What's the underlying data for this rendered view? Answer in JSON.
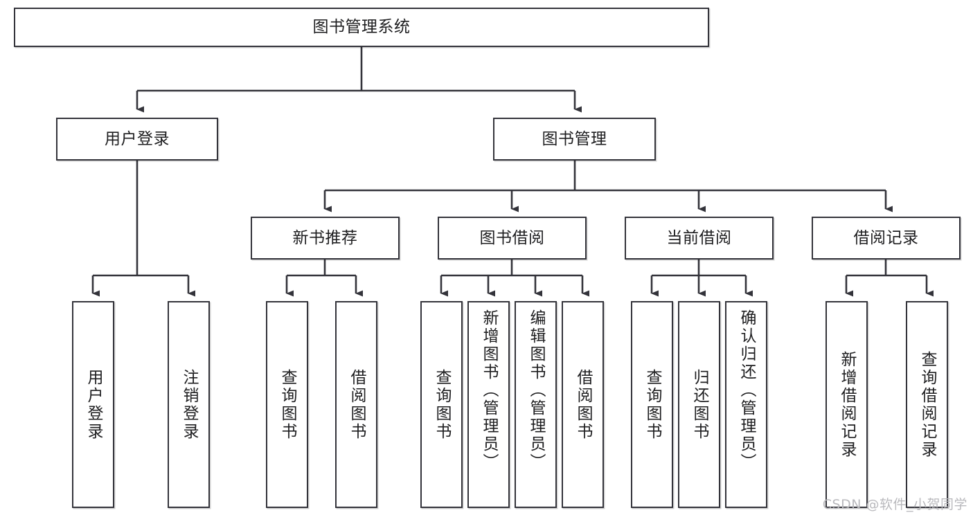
{
  "diagram": {
    "type": "tree",
    "title": "图书管理系统",
    "root": {
      "id": "root",
      "label": "图书管理系统"
    },
    "level2": [
      {
        "id": "user-login",
        "label": "用户登录"
      },
      {
        "id": "book-manage",
        "label": "图书管理"
      }
    ],
    "level3": [
      {
        "id": "new-book-rec",
        "label": "新书推荐",
        "parent": "book-manage"
      },
      {
        "id": "book-borrow",
        "label": "图书借阅",
        "parent": "book-manage"
      },
      {
        "id": "current-borrow",
        "label": "当前借阅",
        "parent": "book-manage"
      },
      {
        "id": "borrow-record",
        "label": "借阅记录",
        "parent": "book-manage"
      }
    ],
    "leaves": [
      {
        "id": "leaf-user-login",
        "label": "用户登录",
        "parent": "user-login"
      },
      {
        "id": "leaf-logout",
        "label": "注销登录",
        "parent": "user-login"
      },
      {
        "id": "leaf-query-book-1",
        "label": "查询图书",
        "parent": "new-book-rec"
      },
      {
        "id": "leaf-borrow-book-1",
        "label": "借阅图书",
        "parent": "new-book-rec"
      },
      {
        "id": "leaf-query-book-2",
        "label": "查询图书",
        "parent": "book-borrow"
      },
      {
        "id": "leaf-add-book",
        "label": "新增图书（管理员）",
        "parent": "book-borrow"
      },
      {
        "id": "leaf-edit-book",
        "label": "编辑图书（管理员）",
        "parent": "book-borrow"
      },
      {
        "id": "leaf-borrow-book-2",
        "label": "借阅图书",
        "parent": "book-borrow"
      },
      {
        "id": "leaf-query-book-3",
        "label": "查询图书",
        "parent": "current-borrow"
      },
      {
        "id": "leaf-return-book",
        "label": "归还图书",
        "parent": "current-borrow"
      },
      {
        "id": "leaf-confirm-return",
        "label": "确认归还（管理员）",
        "parent": "current-borrow"
      },
      {
        "id": "leaf-add-record",
        "label": "新增借阅记录",
        "parent": "borrow-record"
      },
      {
        "id": "leaf-query-record",
        "label": "查询借阅记录",
        "parent": "borrow-record"
      }
    ]
  },
  "watermark": {
    "text": "CSDN @软件_小贺同学"
  },
  "colors": {
    "stroke": "#33333a",
    "box_fill": "#ffffff",
    "text": "#1d1d1f",
    "watermark": "#b9b9bd",
    "background": "#ffffff"
  }
}
